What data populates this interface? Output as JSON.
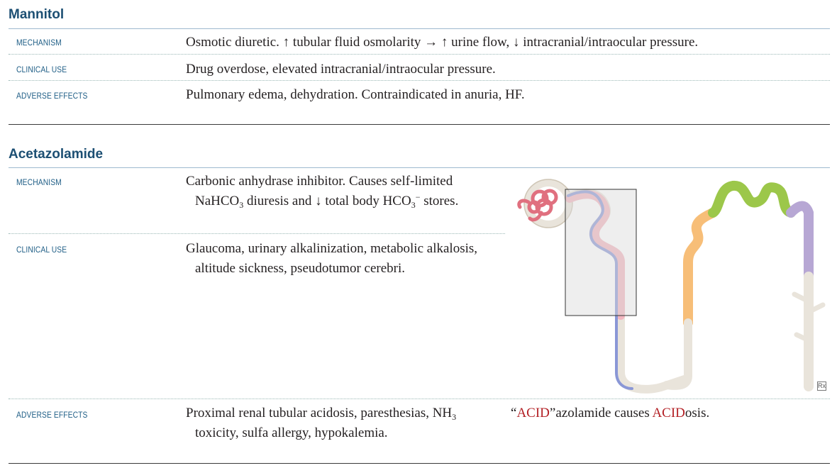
{
  "mannitol": {
    "title": "Mannitol",
    "mechanism_label": "MECHANISM",
    "mechanism_text": "Osmotic diuretic. ↑ tubular fluid osmolarity → ↑ urine flow, ↓ intracranial/intraocular pressure.",
    "clinical_label": "CLINICAL USE",
    "clinical_text": "Drug overdose, elevated intracranial/intraocular pressure.",
    "adverse_label": "ADVERSE EFFECTS",
    "adverse_text": "Pulmonary edema, dehydration. Contraindicated in anuria, HF."
  },
  "acetazolamide": {
    "title": "Acetazolamide",
    "mechanism_label": "MECHANISM",
    "mechanism_a": "Carbonic anhydrase inhibitor. Causes self-limited NaHCO",
    "mechanism_sub1": "3",
    "mechanism_b": " diuresis and ↓ total body HCO",
    "mechanism_sub2": "3",
    "mechanism_sup": "−",
    "mechanism_c": " stores.",
    "clinical_label": "CLINICAL USE",
    "clinical_text": "Glaucoma, urinary alkalinization, metabolic alkalosis, altitude sickness, pseudotumor cerebri.",
    "adverse_label": "ADVERSE EFFECTS",
    "adverse_a": "Proximal renal tubular acidosis, paresthesias, NH",
    "adverse_sub": "3",
    "adverse_b": " toxicity, sulfa allergy, hypokalemia.",
    "mnemonic_open": "“",
    "mnemonic_acid1": "ACID",
    "mnemonic_mid": "”azolamide causes ",
    "mnemonic_acid2": "ACID",
    "mnemonic_end": "osis."
  },
  "figure": {
    "rx_badge": "Rx",
    "colors": {
      "heading": "#1c4f73",
      "label": "#1f5e86",
      "glomerulus": "#e0707f",
      "capsule": "#e9e4db",
      "proximal_tubule": "#f3b6c0",
      "highlight_band": "#8a97d6",
      "thick_ascending": "#f7be78",
      "distal_tubule": "#9cc74a",
      "collecting_duct": "#b7a7d4",
      "mnemonic": "#b32025"
    }
  }
}
